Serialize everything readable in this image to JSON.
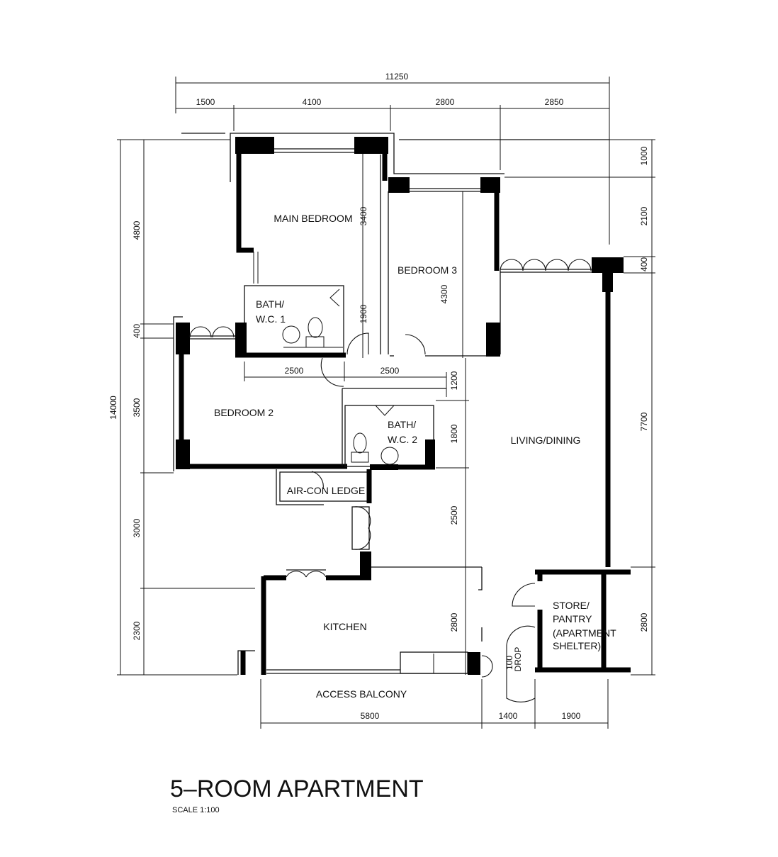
{
  "title": "5–ROOM APARTMENT",
  "scale": "SCALE 1:100",
  "rooms": {
    "main_bedroom": "MAIN BEDROOM",
    "bedroom3": "BEDROOM 3",
    "bath1_a": "BATH/",
    "bath1_b": "W.C. 1",
    "bedroom2": "BEDROOM 2",
    "bath2_a": "BATH/",
    "bath2_b": "W.C. 2",
    "living": "LIVING/DINING",
    "aircon": "AIR-CON LEDGE",
    "kitchen": "KITCHEN",
    "store_a": "STORE/",
    "store_b": "PANTRY",
    "store_c": "(APARTMENT",
    "store_d": "SHELTER)",
    "balcony": "ACCESS BALCONY",
    "drop_a": "100",
    "drop_b": "DROP"
  },
  "dimensions": {
    "top_total": "11250",
    "top": [
      "1500",
      "4100",
      "2800",
      "2850"
    ],
    "left_total": "14000",
    "left": [
      "4800",
      "400",
      "3500",
      "3000",
      "2300"
    ],
    "right": [
      "1000",
      "2100",
      "400",
      "7700",
      "2800"
    ],
    "bottom": [
      "5800",
      "1400",
      "1900"
    ],
    "inner": {
      "main_bed_depth": "3400",
      "bed3_depth": "4300",
      "bath1_depth": "1900",
      "corridor_a": "2500",
      "corridor_b": "2500",
      "living_1200": "1200",
      "living_1800": "1800",
      "living_2500": "2500",
      "living_2800": "2800"
    }
  }
}
